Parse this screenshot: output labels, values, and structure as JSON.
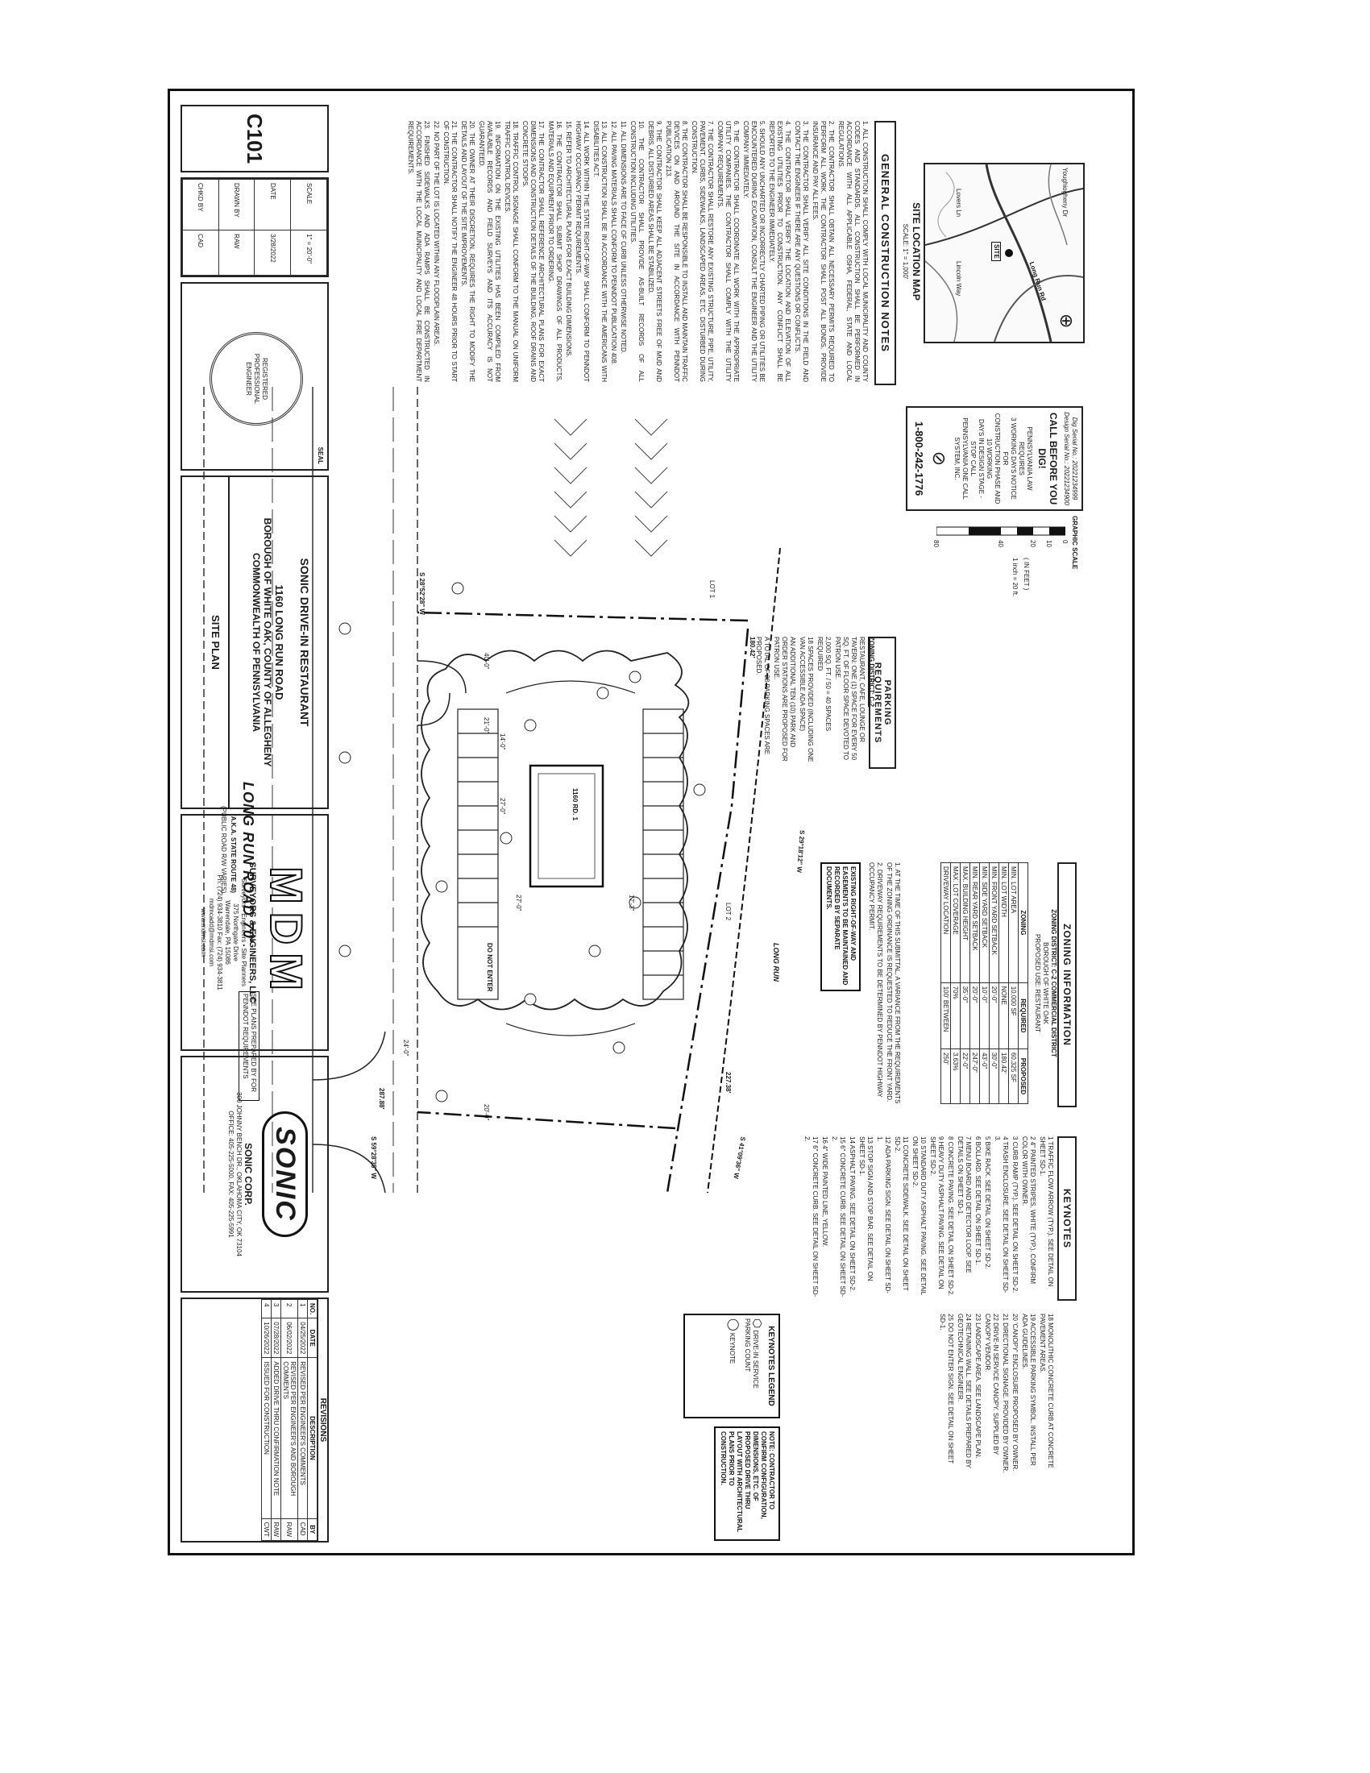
{
  "dig": {
    "serial1": "Dig Serial No.: 20221234999",
    "serial2": "Design Serial No.: 20221234900",
    "call": "CALL BEFORE YOU DIG!",
    "line1": "PENNSYLVANIA LAW REQUIRES",
    "line2": "3 WORKING DAYS NOTICE FOR",
    "line3": "CONSTRUCTION PHASE AND 10 WORKING",
    "line4": "DAYS IN DESIGN STAGE - STOP CALL",
    "line5": "PENNSYLVANIA ONE CALL SYSTEM, INC.",
    "phone": "1-800-242-1776"
  },
  "scale": {
    "title": "GRAPHIC SCALE",
    "ticks": [
      "0",
      "10",
      "20",
      "40",
      "80"
    ],
    "unit": "( IN FEET )",
    "ratio": "1 inch = 20 ft."
  },
  "location_map": {
    "title": "SITE LOCATION MAP",
    "scale": "SCALE: 1\" = 1,000'",
    "roads": [
      "Long Run Rd",
      "Youghiogheny Dr",
      "Lincoln Way",
      "Lovers Ln"
    ],
    "site_tag": "SITE"
  },
  "general_notes": {
    "title": "GENERAL CONSTRUCTION NOTES",
    "items": [
      "1. ALL CONSTRUCTION SHALL COMPLY WITH LOCAL MUNICIPALITY AND COUNTY CODES AND STANDARDS. ALL CONSTRUCTION SHALL BE PERFORMED IN ACCORDANCE WITH ALL APPLICABLE OSHA, FEDERAL, STATE AND LOCAL REGULATIONS.",
      "2. THE CONTRACTOR SHALL OBTAIN ALL NECESSARY PERMITS REQUIRED TO PERFORM ALL WORK. THE CONTRACTOR SHALL POST ALL BONDS, PROVIDE INSURANCE AND PAY ALL FEES.",
      "3. THE CONTRACTOR SHALL VERIFY ALL SITE CONDITIONS IN THE FIELD AND CONTACT THE ENGINEER IF THERE ARE ANY QUESTIONS OR CONFLICTS.",
      "4. THE CONTRACTOR SHALL VERIFY THE LOCATION AND ELEVATION OF ALL EXISTING UTILITIES PRIOR TO CONSTRUCTION. ANY CONFLICT SHALL BE REPORTED TO THE ENGINEER IMMEDIATELY.",
      "5. SHOULD ANY UNCHARTED OR INCORRECTLY CHARTED PIPING OR UTILITIES BE ENCOUNTERED DURING EXCAVATION, CONSULT THE ENGINEER AND THE UTILITY COMPANY IMMEDIATELY.",
      "6. THE CONTRACTOR SHALL COORDINATE ALL WORK WITH THE APPROPRIATE UTILITY COMPANIES. THE CONTRACTOR SHALL COMPLY WITH THE UTILITY COMPANY REQUIREMENTS.",
      "7. THE CONTRACTOR SHALL RESTORE ANY EXISTING STRUCTURE, PIPE, UTILITY, PAVEMENT, CURBS, SIDEWALKS, LANDSCAPED AREAS, ETC. DISTURBED DURING CONSTRUCTION.",
      "8. THE CONTRACTOR SHALL BE RESPONSIBLE TO INSTALL AND MAINTAIN TRAFFIC DEVICES ON AND AROUND THE SITE IN ACCORDANCE WITH PENNDOT PUBLICATION 213.",
      "9. THE CONTRACTOR SHALL KEEP ALL ADJACENT STREETS FREE OF MUD AND DEBRIS. ALL DISTURBED AREAS SHALL BE STABILIZED.",
      "10. THE CONTRACTOR SHALL PROVIDE AS-BUILT RECORDS OF ALL CONSTRUCTION INCLUDING UTILITIES.",
      "11. ALL DIMENSIONS ARE TO FACE OF CURB UNLESS OTHERWISE NOTED.",
      "12. ALL PAVING MATERIALS SHALL CONFORM TO PENNDOT PUBLICATION 408.",
      "13. ALL CONSTRUCTION SHALL BE IN ACCORDANCE WITH THE AMERICANS WITH DISABILITIES ACT.",
      "14. ALL WORK WITHIN THE STATE RIGHT-OF-WAY SHALL CONFORM TO PENNDOT HIGHWAY OCCUPANCY PERMIT REQUIREMENTS.",
      "15. REFER TO ARCHITECTURAL PLANS FOR EXACT BUILDING DIMENSIONS.",
      "16. THE CONTRACTOR SHALL SUBMIT SHOP DRAWINGS OF ALL PRODUCTS, MATERIALS AND EQUIPMENT PRIOR TO ORDERING.",
      "17. THE CONTRACTOR SHALL REFERENCE ARCHITECTURAL PLANS FOR EXACT DIMENSIONS AND CONSTRUCTION DETAILS OF THE BUILDING, ROOF DRAINS AND CONCRETE STOOPS.",
      "18. TRAFFIC CONTROL SIGNAGE SHALL CONFORM TO THE MANUAL ON UNIFORM TRAFFIC CONTROL DEVICES.",
      "19. INFORMATION ON THE EXISTING UTILITIES HAS BEEN COMPILED FROM AVAILABLE RECORDS AND FIELD SURVEYS AND ITS ACCURACY IS NOT GUARANTEED.",
      "20. THE OWNER AT THEIR DISCRETION, REQUIRES THE RIGHT TO MODIFY THE DETAILS AND LAYOUT OF THE SITE IMPROVEMENTS.",
      "21. THE CONTRACTOR SHALL NOTIFY THE ENGINEER 48 HOURS PRIOR TO START OF CONSTRUCTION.",
      "22. NO PART OF THE LOT IS LOCATED WITHIN ANY FLOODPLAIN AREAS.",
      "23. FINISHED SIDEWALKS AND ADA RAMPS SHALL BE CONSTRUCTED IN ACCORDANCE WITH THE LOCAL MUNICIPALITY AND LOCAL FIRE DEPARTMENT REQUIREMENTS."
    ]
  },
  "parking": {
    "title": "PARKING REQUIREMENTS",
    "zoning": "ZONING DISTRICT: C-2",
    "items": [
      "RESTAURANT, CAFE, LOUNGE OR TAVERN: ONE (1) SPACE FOR EVERY 50 SQ. FT. OF FLOOR SPACE DEVOTED TO PATRON USE.",
      "2,000 SQ. FT. / 50 = 40 SPACES REQUIRED",
      "18 SPACES PROVIDED (INCLUDING ONE VAN ACCESSIBLE ADA SPACE)",
      "AN ADDITIONAL TEN (10) PARK AND ORDER STATIONS ARE PROPOSED FOR PATRON USE.",
      "A TOTAL OF 28 PARKING SPACES ARE PROPOSED."
    ]
  },
  "zoning": {
    "title": "ZONING INFORMATION",
    "district": "ZONING DISTRICT: C-2 COMMERCIAL DISTRICT",
    "municipality": "BOROUGH OF WHITE OAK",
    "use": "PROPOSED USE: RESTAURANT",
    "headers": [
      "ZONING",
      "REQUIRED",
      "PROPOSED"
    ],
    "rows": [
      [
        "MIN. LOT AREA",
        "10,000 SF",
        "60,325 SF"
      ],
      [
        "MIN. LOT WIDTH",
        "NONE",
        "180.42'"
      ],
      [
        "MIN. FRONT YARD SETBACK",
        "20'-0\"",
        "30'-0\""
      ],
      [
        "MIN. SIDE YARD SETBACK",
        "10'-0\"",
        "43'-0\""
      ],
      [
        "MIN. REAR YARD SETBACK",
        "20'-0\"",
        "247'-0\""
      ],
      [
        "MAX. BUILDING HEIGHT",
        "35'-0\"",
        "22'-0\""
      ],
      [
        "MAX. LOT COVERAGE",
        "70%",
        "3.63%"
      ],
      [
        "DRIVEWAY LOCATION",
        "100' BETWEEN",
        "250'"
      ]
    ],
    "notes": [
      "1. AT THE TIME OF THIS SUBMITTAL, A VARIANCE FROM THE REQUIREMENTS OF THE ZONING ORDINANCE IS REQUESTED TO REDUCE THE FRONT YARD.",
      "2. DRIVEWAY REQUIREMENTS TO BE DETERMINED BY PENNDOT HIGHWAY OCCUPANCY PERMIT."
    ],
    "box": "EXISTING RIGHT-OF-WAY AND EASEMENTS TO BE MAINTAINED AND RECORDED BY SEPARATE DOCUMENTS."
  },
  "keynotes": {
    "title": "KEYNOTES",
    "items": [
      "1 TRAFFIC FLOW ARROW (TYP.). SEE DETAIL ON SHEET SD-1.",
      "2 4\" PAINTED STRIPES, WHITE (TYP.). CONFIRM COLOR WITH OWNER.",
      "3 CURB RAMP (TYP.). SEE DETAIL ON SHEET SD-2.",
      "4 TRASH ENCLOSURE. SEE DETAIL ON SHEET SD-3.",
      "5 BIKE RACK. SEE DETAIL ON SHEET SD-2.",
      "6 BOLLARD. SEE DETAIL ON SHEET SD-1.",
      "7 MENU BOARD AND DETECTOR LOOP. SEE DETAILS ON SHEET SD-1.",
      "8 CONCRETE PAVING. SEE DETAIL ON SHEET SD-2.",
      "9 HEAVY DUTY ASPHALT PAVING. SEE DETAIL ON SHEET SD-2.",
      "10 STANDARD DUTY ASPHALT PAVING. SEE DETAIL ON SHEET SD-2.",
      "11 CONCRETE SIDEWALK. SEE DETAIL ON SHEET SD-2.",
      "12 ADA PARKING SIGN. SEE DETAIL ON SHEET SD-1.",
      "13 STOP SIGN AND STOP BAR. SEE DETAIL ON SHEET SD-1.",
      "14 ASPHALT PAVING. SEE DETAIL ON SHEET SD-2.",
      "15 6\" CONCRETE CURB. SEE DETAIL ON SHEET SD-2.",
      "16 4\" WIDE PAINTED LINE, YELLOW.",
      "17 6\" CONCRETE CURB. SEE DETAIL ON SHEET SD-2.",
      "18 MONOLITHIC CONCRETE CURB AT CONCRETE PAVEMENT AREAS.",
      "19 ACCESSIBLE PARKING SYMBOL. INSTALL PER ADA GUIDELINES.",
      "20 'CANOPY' ENCLOSURE PROPOSED BY OWNER.",
      "21 DIRECTIONAL SIGNAGE. PROVIDED BY OWNER.",
      "22 DRIVE-IN SERVICE CANOPY. SUPPLIED BY CANOPY VENDOR.",
      "23 LANDSCAPE AREA. SEE LANDSCAPE PLAN.",
      "24 RETAINING WALL. SEE DETAILS PREPARED BY GEOTECHNICAL ENGINEER.",
      "25 DO NOT ENTER SIGN. SEE DETAIL ON SHEET SD-1."
    ]
  },
  "legend": {
    "title": "KEYNOTES LEGEND",
    "items": [
      "DRIVE-IN SERVICE PARKING COUNT",
      "KEYNOTE"
    ],
    "note": "NOTE: CONTRACTOR TO CONFIRM CONFIGURATION, DIMENSIONS, ETC. OF PROPOSED DRIVE THRU LAYOUT WITH ARCHITECTURAL PLANS PRIOR TO CONSTRUCTION."
  },
  "plan": {
    "road": "LONG RUN ROAD 70'",
    "route": "(A.K.A. STATE ROUTE 48)",
    "rowtype": "(PUBLIC ROAD R/W VARIES)",
    "see": "SEE PLANS PREPARED BY FOR PENNDOT REQUIREMENTS",
    "creek": "LONG RUN",
    "bearing1": "S 29°18'12\" W",
    "bearing2": "S 41°09'36\" W",
    "bearing3": "S 59°28'35\" W",
    "bearing4": "S 28°52'28\" W",
    "dist1": "180.42'",
    "dist2": "227.38'",
    "dist3": "287.88'",
    "lot1": "LOT 1",
    "lot2": "LOT 2",
    "building": "1160 RD. 1",
    "donotenter": "DO NOT ENTER",
    "dims": [
      "14'-0\"",
      "27'-0\"",
      "21'-0\"",
      "17'-3\"",
      "27'-0\"",
      "40'-0\"",
      "24'-0\"",
      "20'-0\""
    ]
  },
  "revisions": {
    "title": "REVISIONS",
    "headers": [
      "NO.",
      "DATE",
      "DESCRIPTION",
      "BY"
    ],
    "rows": [
      [
        "1",
        "04/25/2022",
        "REVISED PER ENGINEER'S COMMENTS",
        "CAD"
      ],
      [
        "2",
        "06/02/2022",
        "REVISED PER ENGINEER'S AND BOROUGH COMMENTS",
        "RAW"
      ],
      [
        "3",
        "07/28/2022",
        "ADDED DRIVE THRU CONFIRMATION NOTE",
        "RAW"
      ],
      [
        "4",
        "10/26/2022",
        "ISSUED FOR CONSTRUCTION",
        "CWT"
      ]
    ]
  },
  "sonic": {
    "logo": "SONIC",
    "company": "SONIC CORP.",
    "address": "300 JOHNNY BENCH DR., OKLAHOMA CITY, OK 73104",
    "phone": "OFFICE: 405-225-5000, FAX: 405-225-5991"
  },
  "mdm": {
    "logo": "MDM",
    "name": "SURVEYORS & ENGINEERS, LLC",
    "services": "Surveyors • Engineers • Site Planners",
    "addr1": "375 Northgate Drive",
    "addr2": "Warrendale, PA 15086",
    "phone": "Ph: (724) 934-3810 Fax: (724) 934-3811",
    "email": "mdmcadd@mdmsi.com",
    "web": "www.mdmsi.com"
  },
  "project": {
    "name": "SONIC DRIVE-IN RESTAURANT",
    "address": "1160 LONG RUN ROAD",
    "borough": "BOROUGH OF WHITE OAK, COUNTY OF ALLEGHENY",
    "commonwealth": "COMMONWEALTH OF PENNSYLVANIA",
    "sheet_title": "SITE PLAN"
  },
  "seal": {
    "label": "SEAL",
    "text": "REGISTERED PROFESSIONAL ENGINEER"
  },
  "info": {
    "rows": [
      [
        "SCALE",
        "1\" = 20'-0\""
      ],
      [
        "DATE",
        "3/28/2022"
      ],
      [
        "DRAWN BY",
        "RAW"
      ],
      [
        "CHKD BY",
        "CAD"
      ]
    ]
  },
  "sheet_no": "C101"
}
